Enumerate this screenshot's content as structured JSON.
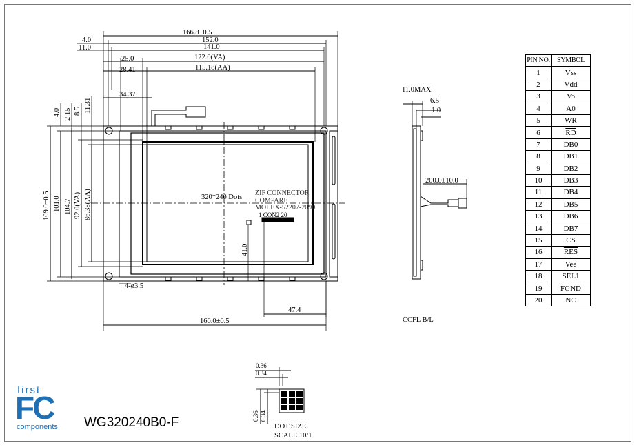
{
  "top_dims": {
    "d1": "166.8±0.5",
    "d2": "152.0",
    "d3": "141.0",
    "d4": "122.0(VA)",
    "d5": "115.18(AA)",
    "d6": "4.0",
    "d7": "11.0",
    "d8": "25.0",
    "d9": "28.41",
    "d10": "34.37"
  },
  "left_dims": {
    "v1": "109.0±0.5",
    "v2": "101.0",
    "v3": "104.7",
    "v4": "92.0(VA)",
    "v5": "86.38(AA)",
    "v6": "4.0",
    "v7": "2.15",
    "v8": "8.5",
    "v9": "11.31"
  },
  "center_labels": {
    "dots": "320*240 Dots",
    "zif1": "ZIF CONNECTOR",
    "zif2": "COMPARE",
    "zif3": "MOLEX-52207-2090",
    "con": "1   CON2  20",
    "d41": "41.0",
    "d474": "47.4",
    "holes": "4-ø3.5",
    "bottom": "160.0±0.5"
  },
  "side_labels": {
    "s1": "11.0MAX",
    "s2": "6.5",
    "s3": "1.0",
    "s4": "200.0±10.0",
    "ccfl": "CCFL B/L"
  },
  "dot_labels": {
    "a": "0.36",
    "b": "0.34",
    "c": "0.36",
    "d": "0.34",
    "title1": "DOT SIZE",
    "title2": "SCALE 10/1"
  },
  "pin_table": {
    "header_no": "PIN NO.",
    "header_sym": "SYMBOL",
    "rows": [
      {
        "no": "1",
        "sym": "Vss"
      },
      {
        "no": "2",
        "sym": "Vdd"
      },
      {
        "no": "3",
        "sym": "Vo"
      },
      {
        "no": "4",
        "sym": "A0"
      },
      {
        "no": "5",
        "sym": "WR"
      },
      {
        "no": "6",
        "sym": "RD"
      },
      {
        "no": "7",
        "sym": "DB0"
      },
      {
        "no": "8",
        "sym": "DB1"
      },
      {
        "no": "9",
        "sym": "DB2"
      },
      {
        "no": "10",
        "sym": "DB3"
      },
      {
        "no": "11",
        "sym": "DB4"
      },
      {
        "no": "12",
        "sym": "DB5"
      },
      {
        "no": "13",
        "sym": "DB6"
      },
      {
        "no": "14",
        "sym": "DB7"
      },
      {
        "no": "15",
        "sym": "CS"
      },
      {
        "no": "16",
        "sym": "RES"
      },
      {
        "no": "17",
        "sym": "Vee"
      },
      {
        "no": "18",
        "sym": "SEL1"
      },
      {
        "no": "19",
        "sym": "FGND"
      },
      {
        "no": "20",
        "sym": "NC"
      }
    ]
  },
  "logo": {
    "first": "first",
    "fc": "FC",
    "components": "components",
    "color": "#1f6fb5"
  },
  "model": "WG320240B0-F"
}
